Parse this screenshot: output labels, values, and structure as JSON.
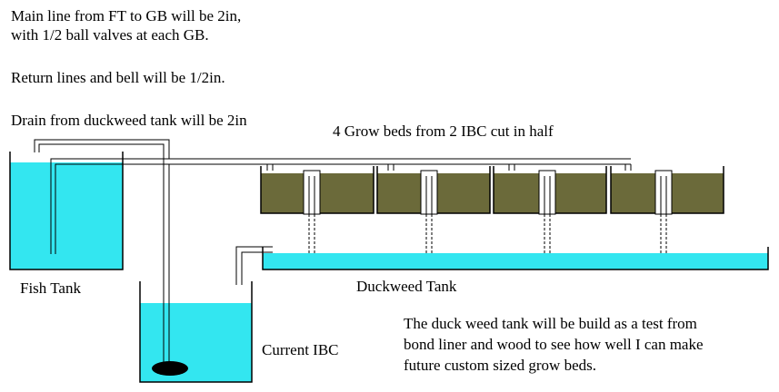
{
  "notes": {
    "main_line_1": "Main line from FT to GB will be 2in,",
    "main_line_2": "with 1/2 ball valves at each GB.",
    "return_lines": "Return lines and bell will be 1/2in.",
    "drain": "Drain from duckweed tank will be 2in",
    "grow_beds": "4 Grow beds from 2 IBC cut in half",
    "duck_test_1": "The duck weed tank will be build as a test from",
    "duck_test_2": "bond liner and wood to see how well I can make",
    "duck_test_3": "future custom sized grow beds."
  },
  "labels": {
    "fish_tank": "Fish Tank",
    "duckweed_tank": "Duckweed Tank",
    "current_ibc": "Current IBC"
  },
  "colors": {
    "water": "#33e6f0",
    "grow_media": "#6b6a3a",
    "outline": "#000000"
  }
}
